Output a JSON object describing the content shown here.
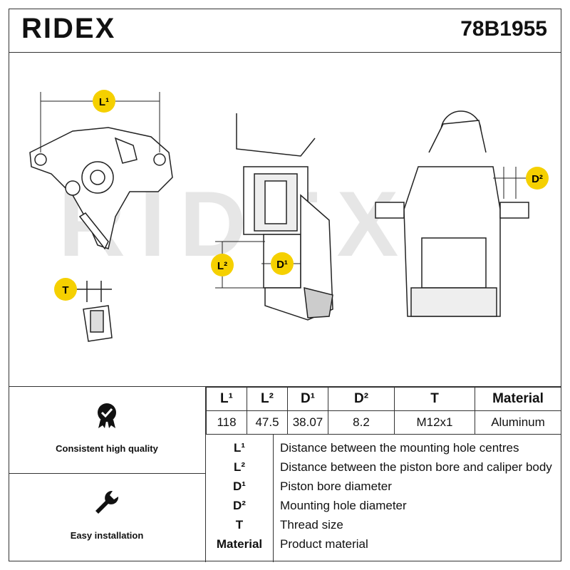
{
  "header": {
    "brand": "RIDEX",
    "part_number": "78B1955"
  },
  "drawing": {
    "watermark": "RIDEX",
    "dim_labels": {
      "l1": "L¹",
      "l2": "L²",
      "d1": "D¹",
      "d2": "D²",
      "t": "T"
    },
    "accent": "#f5d000"
  },
  "features": [
    {
      "label": "Consistent high quality",
      "icon": "quality-badge-icon"
    },
    {
      "label": "Easy installation",
      "icon": "wrench-icon"
    }
  ],
  "values_table": {
    "headers": [
      "L¹",
      "L²",
      "D¹",
      "D²",
      "T",
      "Material"
    ],
    "row": [
      "118",
      "47.5",
      "38.07",
      "8.2",
      "M12x1",
      "Aluminum"
    ]
  },
  "legend": [
    {
      "key": "L¹",
      "desc": "Distance between the mounting hole centres"
    },
    {
      "key": "L²",
      "desc": "Distance between the piston bore and caliper body"
    },
    {
      "key": "D¹",
      "desc": "Piston bore diameter"
    },
    {
      "key": "D²",
      "desc": "Mounting hole diameter"
    },
    {
      "key": "T",
      "desc": "Thread size"
    },
    {
      "key": "Material",
      "desc": "Product material"
    }
  ]
}
